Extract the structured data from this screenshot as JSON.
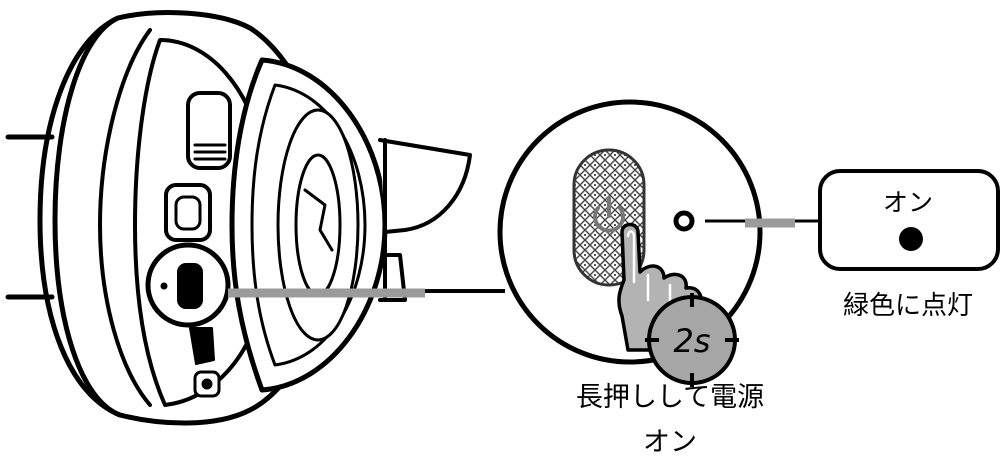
{
  "status_box": {
    "on_label": "オン",
    "description": "緑色に点灯"
  },
  "timer_badge": {
    "text": "2s"
  },
  "action_caption": {
    "line1": "長押しして電源",
    "line2": "オン"
  },
  "colors": {
    "outline": "#000000",
    "callout_gray": "#9b9b9b",
    "badge_fill": "#a6a6a6",
    "finger_fill": "#b3b3b3",
    "background": "#ffffff"
  },
  "icons": [
    "headphone-earcup",
    "power-icon",
    "led-indicator",
    "pressing-hand-icon",
    "timer-badge"
  ]
}
